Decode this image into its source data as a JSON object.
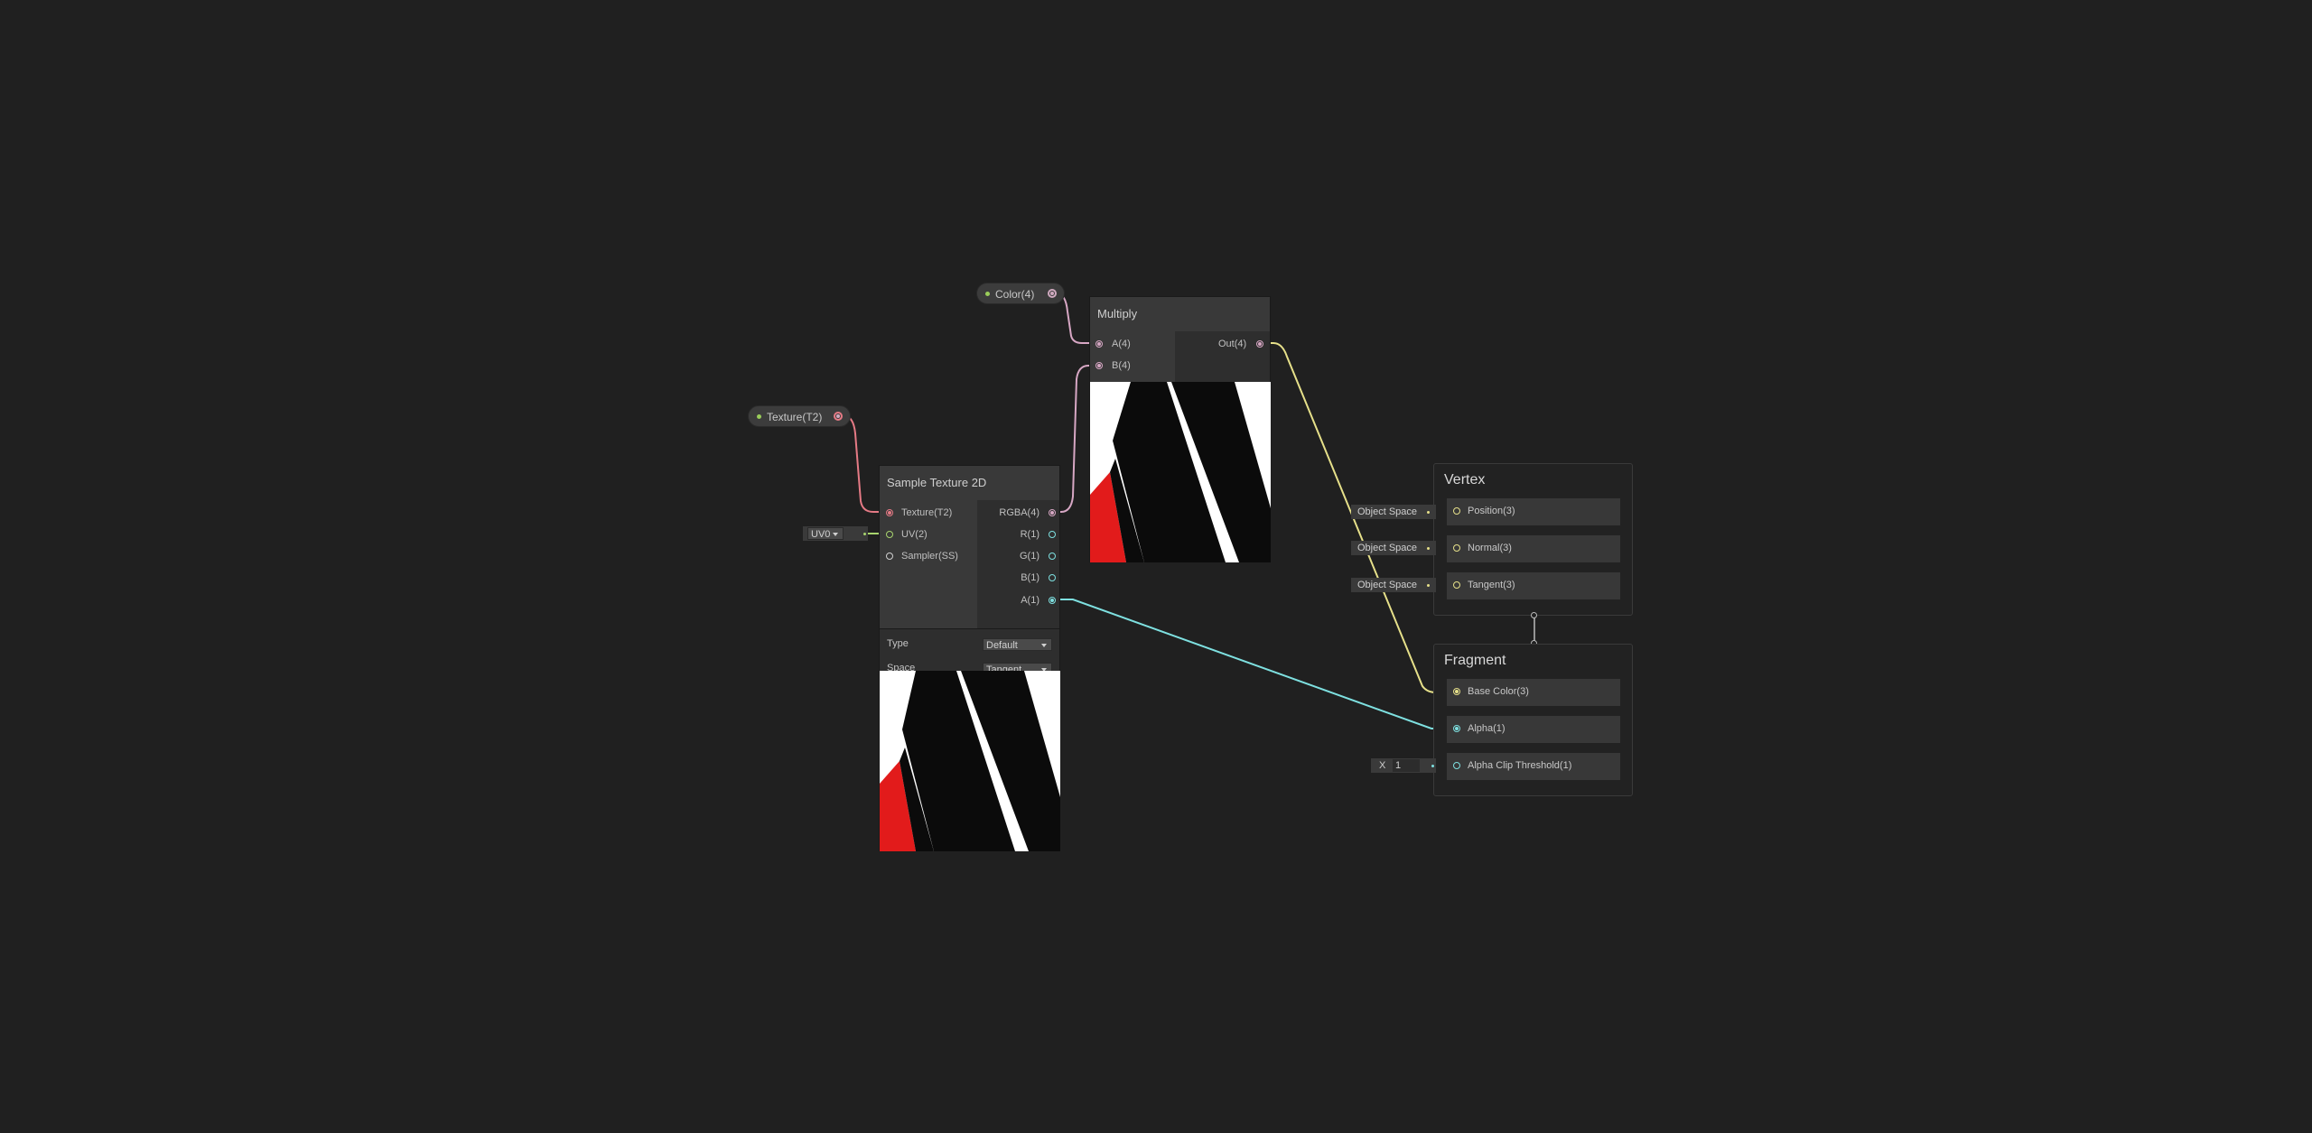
{
  "properties": {
    "color": {
      "label": "Color(4)"
    },
    "texture": {
      "label": "Texture(T2)"
    }
  },
  "multiply": {
    "title": "Multiply",
    "inputs": [
      "A(4)",
      "B(4)"
    ],
    "output": "Out(4)"
  },
  "sample_texture": {
    "title": "Sample Texture 2D",
    "inputs": [
      "Texture(T2)",
      "UV(2)",
      "Sampler(SS)"
    ],
    "outputs": [
      "RGBA(4)",
      "R(1)",
      "G(1)",
      "B(1)",
      "A(1)"
    ],
    "uv_channel": "UV0",
    "type_label": "Type",
    "type_value": "Default",
    "space_label": "Space",
    "space_value": "Tangent"
  },
  "vertex": {
    "title": "Vertex",
    "blocks": [
      "Position(3)",
      "Normal(3)",
      "Tangent(3)"
    ],
    "space_tags": [
      "Object Space",
      "Object Space",
      "Object Space"
    ]
  },
  "fragment": {
    "title": "Fragment",
    "blocks": [
      "Base Color(3)",
      "Alpha(1)",
      "Alpha Clip Threshold(1)"
    ],
    "alpha_clip_axis": "X",
    "alpha_clip_value": "1"
  },
  "colors": {
    "background": "#202020",
    "wire_vector4": "#d7a7c4",
    "wire_texture": "#e57a85",
    "wire_vector1": "#7ee0e0",
    "wire_vector3": "#e6e08a"
  }
}
